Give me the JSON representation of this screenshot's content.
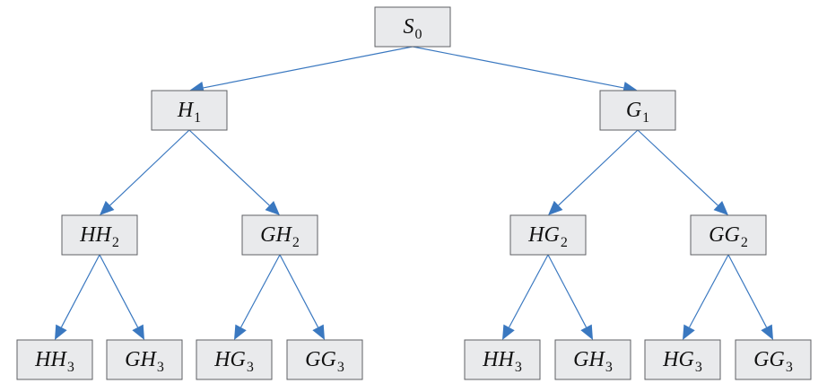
{
  "nodes": [
    {
      "id": "s0",
      "base": "S",
      "sub": "0"
    },
    {
      "id": "h1",
      "base": "H",
      "sub": "1"
    },
    {
      "id": "g1",
      "base": "G",
      "sub": "1"
    },
    {
      "id": "hh2",
      "base": "HH",
      "sub": "2"
    },
    {
      "id": "gh2",
      "base": "GH",
      "sub": "2"
    },
    {
      "id": "hg2",
      "base": "HG",
      "sub": "2"
    },
    {
      "id": "gg2",
      "base": "GG",
      "sub": "2"
    },
    {
      "id": "hh3a",
      "base": "HH",
      "sub": "3"
    },
    {
      "id": "gh3a",
      "base": "GH",
      "sub": "3"
    },
    {
      "id": "hg3a",
      "base": "HG",
      "sub": "3"
    },
    {
      "id": "gg3a",
      "base": "GG",
      "sub": "3"
    },
    {
      "id": "hh3b",
      "base": "HH",
      "sub": "3"
    },
    {
      "id": "gh3b",
      "base": "GH",
      "sub": "3"
    },
    {
      "id": "hg3b",
      "base": "HG",
      "sub": "3"
    },
    {
      "id": "gg3b",
      "base": "GG",
      "sub": "3"
    }
  ],
  "edges": [
    [
      "s0",
      "h1"
    ],
    [
      "s0",
      "g1"
    ],
    [
      "h1",
      "hh2"
    ],
    [
      "h1",
      "gh2"
    ],
    [
      "g1",
      "hg2"
    ],
    [
      "g1",
      "gg2"
    ],
    [
      "hh2",
      "hh3a"
    ],
    [
      "hh2",
      "gh3a"
    ],
    [
      "gh2",
      "hg3a"
    ],
    [
      "gh2",
      "gg3a"
    ],
    [
      "hg2",
      "hh3b"
    ],
    [
      "hg2",
      "gh3b"
    ],
    [
      "gg2",
      "hg3b"
    ],
    [
      "gg2",
      "gg3b"
    ]
  ],
  "colors": {
    "node_fill": "#e9eaec",
    "node_border": "#5f6064",
    "edge": "#3a78c0",
    "text": "#111111"
  }
}
